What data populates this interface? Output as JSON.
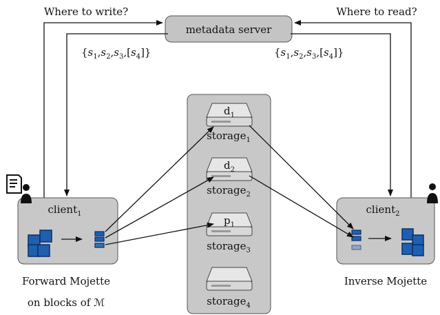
{
  "question_write": "Where to write?",
  "question_read": "Where to read?",
  "metadata_server": "metadata server",
  "server_set_left": {
    "open": "{",
    "s": "s",
    "sep": ",",
    "o": "[",
    "c": "]",
    "close": "}",
    "i1": "1",
    "i2": "2",
    "i3": "3",
    "i4": "4"
  },
  "server_set_right": {
    "open": "{",
    "s": "s",
    "sep": ",",
    "o": "[",
    "c": "]",
    "close": "}",
    "i1": "1",
    "i2": "2",
    "i3": "3",
    "i4": "4"
  },
  "client1": {
    "base": "client",
    "sub": "1"
  },
  "client2": {
    "base": "client",
    "sub": "2"
  },
  "storages": [
    {
      "base": "storage",
      "sub": "1",
      "block_base": "d",
      "block_sub": "1"
    },
    {
      "base": "storage",
      "sub": "2",
      "block_base": "d",
      "block_sub": "2"
    },
    {
      "base": "storage",
      "sub": "3",
      "block_base": "p",
      "block_sub": "1"
    },
    {
      "base": "storage",
      "sub": "4",
      "block_base": "",
      "block_sub": ""
    }
  ],
  "caption_left_1": "Forward Mojette",
  "caption_left_2": "on blocks of ℳ",
  "caption_right": "Inverse Mojette",
  "colors": {
    "box_fill": "#c8c8c8",
    "server_fill": "#c4c4c4",
    "block_blue": "#1f5fb0",
    "block_dark": "#0b2e66",
    "drive": "#e6e6e6"
  },
  "icons": [
    "document-user-icon",
    "user-icon",
    "disk-drive-icon",
    "block-grid-icon",
    "projection-stack-icon"
  ]
}
